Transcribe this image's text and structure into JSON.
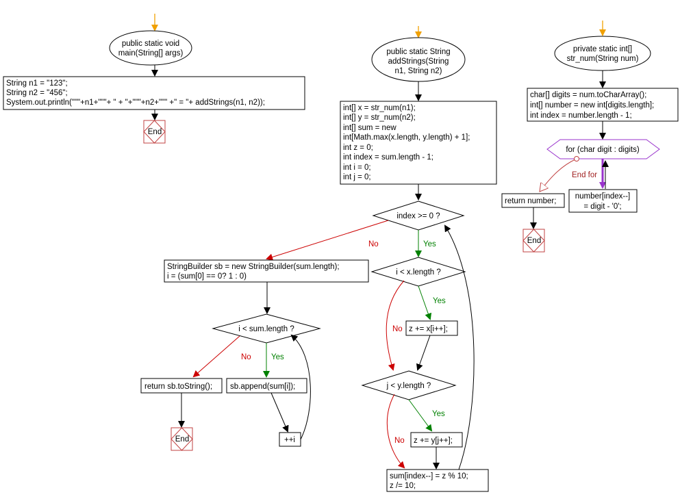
{
  "main_flow": {
    "start": [
      "public static void",
      "main(String[] args)"
    ],
    "body": [
      "String n1 = \"123\";",
      "String n2 = \"456\";",
      "System.out.println(\"\"\"+n1+\"\"\"+ \" + \"+\"\"\"+n2+\"\"\" +\" = \"+ addStrings(n1, n2));"
    ],
    "end": "End"
  },
  "addstrings_flow": {
    "start": [
      "public static String",
      "addStrings(String",
      "n1, String n2)"
    ],
    "init": [
      "int[] x = str_num(n1);",
      "int[] y = str_num(n2);",
      "int[] sum = new",
      "int[Math.max(x.length, y.length) + 1];",
      "int z = 0;",
      "int index = sum.length - 1;",
      "int i = 0;",
      "int j = 0;"
    ],
    "cond_index": "index >= 0 ?",
    "cond_x": "i < x.length ?",
    "stmt_x": "z += x[i++];",
    "cond_y": "j < y.length ?",
    "stmt_y": "z += y[j++];",
    "stmt_sum": [
      "sum[index--] = z % 10;",
      "z /= 10;"
    ],
    "sb_init": [
      "StringBuilder sb = new StringBuilder(sum.length);",
      "i = (sum[0] == 0? 1 : 0)"
    ],
    "cond_sum": "i < sum.length ?",
    "append": "sb.append(sum[i]);",
    "increment": "++i",
    "return": "return sb.toString();",
    "end": "End"
  },
  "strnum_flow": {
    "start": [
      "private static int[]",
      "str_num(String num)"
    ],
    "init": [
      "char[] digits = num.toCharArray();",
      "int[] number = new int[digits.length];",
      "int index = number.length - 1;"
    ],
    "loop": "for (char digit : digits)",
    "body": [
      "number[index--]",
      "= digit - '0';"
    ],
    "return": "return number;",
    "end": "End"
  },
  "labels": {
    "yes": "Yes",
    "no": "No",
    "end_for": "End for"
  },
  "colors": {
    "entry_arrow": "#f0a000",
    "yes_line": "#008000",
    "no_line": "#cc0000",
    "loop_purple": "#9933cc",
    "end_red": "#c04040"
  }
}
